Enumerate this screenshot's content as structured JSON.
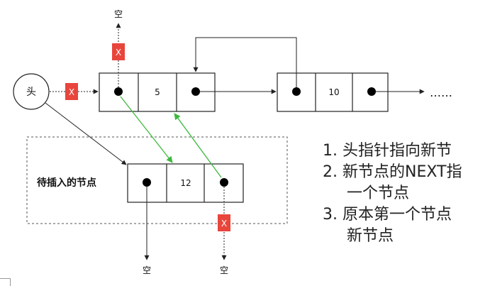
{
  "head_label": "头",
  "null_label": "空",
  "cut_mark": "X",
  "insert_box_label": "待插入的节点",
  "ellipsis": "……",
  "nodes": [
    {
      "value": "5"
    },
    {
      "value": "10"
    },
    {
      "value": "12"
    }
  ],
  "steps": [
    {
      "line1": "1. 头指针指向新节",
      "line2": ""
    },
    {
      "line1": "2. 新节点的NEXT指",
      "line2": "一个节点"
    },
    {
      "line1": "3. 原本第一个节点",
      "line2": "新节点"
    }
  ],
  "colors": {
    "cut": "#e8453c",
    "new_link": "#3cb83c",
    "line": "#222222"
  }
}
